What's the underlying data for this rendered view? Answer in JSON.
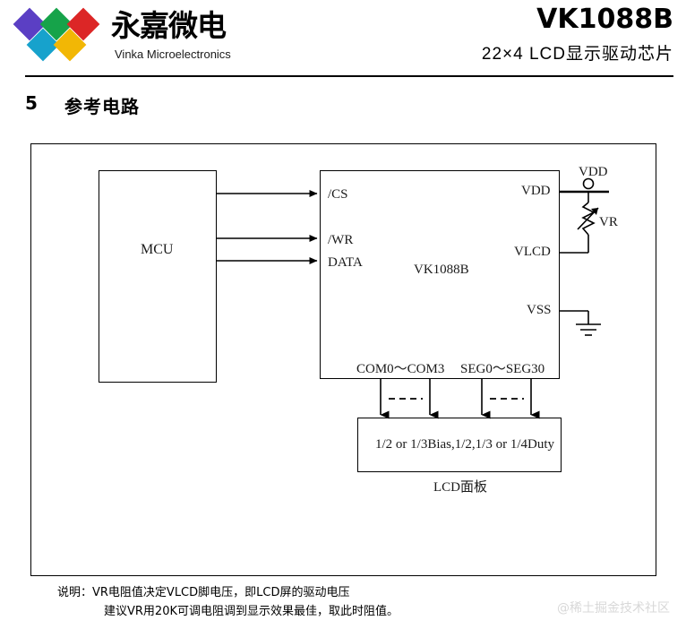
{
  "header": {
    "logo": {
      "wordmark_cn": "永嘉微电",
      "wordmark_en": "Vinka Microelectronics",
      "diamond_colors": [
        "#5b3fc4",
        "#16a34a",
        "#dc2626",
        "#17a2cc",
        "#f2b705"
      ]
    },
    "part_number": "VK1088B",
    "subtitle": "22×4 LCD显示驱动芯片"
  },
  "section": {
    "number": "5",
    "heading": "参考电路"
  },
  "diagram": {
    "mcu_label": "MCU",
    "chip_label": "VK1088B",
    "input_pins": [
      "/CS",
      "/WR",
      "DATA"
    ],
    "power_pins": {
      "vdd": "VDD",
      "vlcd": "VLCD",
      "vss": "VSS"
    },
    "net_vdd": "VDD",
    "resistor_label": "VR",
    "com_range": "COM0～COM3",
    "seg_range": "SEG0～SEG30",
    "lcd_panel_spec": "1/2 or 1/3Bias,1/2,1/3 or 1/4Duty",
    "lcd_panel_caption": "LCD面板"
  },
  "notes": {
    "line1": "说明：VR电阻值决定VLCD脚电压，即LCD屏的驱动电压",
    "line2": "建议VR用20K可调电阻调到显示效果最佳，取此时阻值。"
  },
  "watermark": "@稀土掘金技术社区"
}
